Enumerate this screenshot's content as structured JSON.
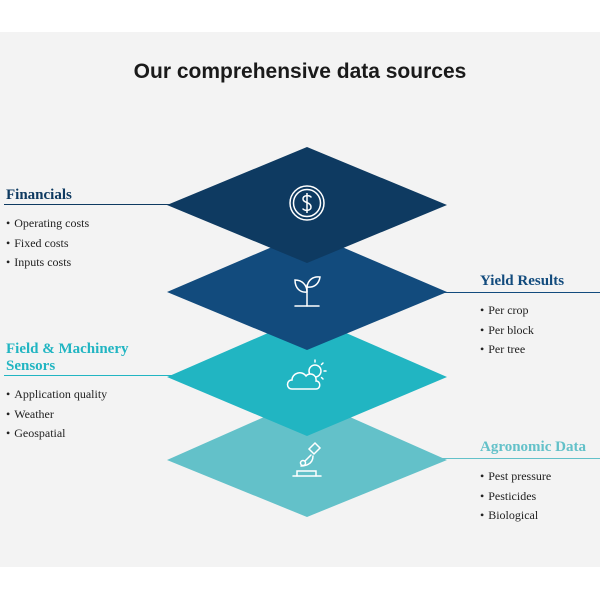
{
  "title": "Our comprehensive data sources",
  "colors": {
    "navy_dark": "#0e3a61",
    "navy": "#124b7d",
    "teal": "#21b5c2",
    "teal_light": "#63c1c9",
    "background": "#f3f3f3"
  },
  "layers": [
    {
      "name": "Financials",
      "icon": "dollar-coin-icon",
      "color": "#0e3a61",
      "side": "left",
      "items": [
        "Operating costs",
        "Fixed costs",
        "Inputs costs"
      ]
    },
    {
      "name": "Yield Results",
      "icon": "plant-sprout-icon",
      "color": "#124b7d",
      "side": "right",
      "items": [
        "Per crop",
        "Per block",
        "Per tree"
      ]
    },
    {
      "name": "Field & Machinery Sensors",
      "icon": "sun-cloud-icon",
      "color": "#21b5c2",
      "side": "left",
      "items": [
        "Application quality",
        "Weather",
        "Geospatial"
      ]
    },
    {
      "name": "Agronomic Data",
      "icon": "microscope-icon",
      "color": "#63c1c9",
      "side": "right",
      "items": [
        "Pest pressure",
        "Pesticides",
        "Biological"
      ]
    }
  ]
}
